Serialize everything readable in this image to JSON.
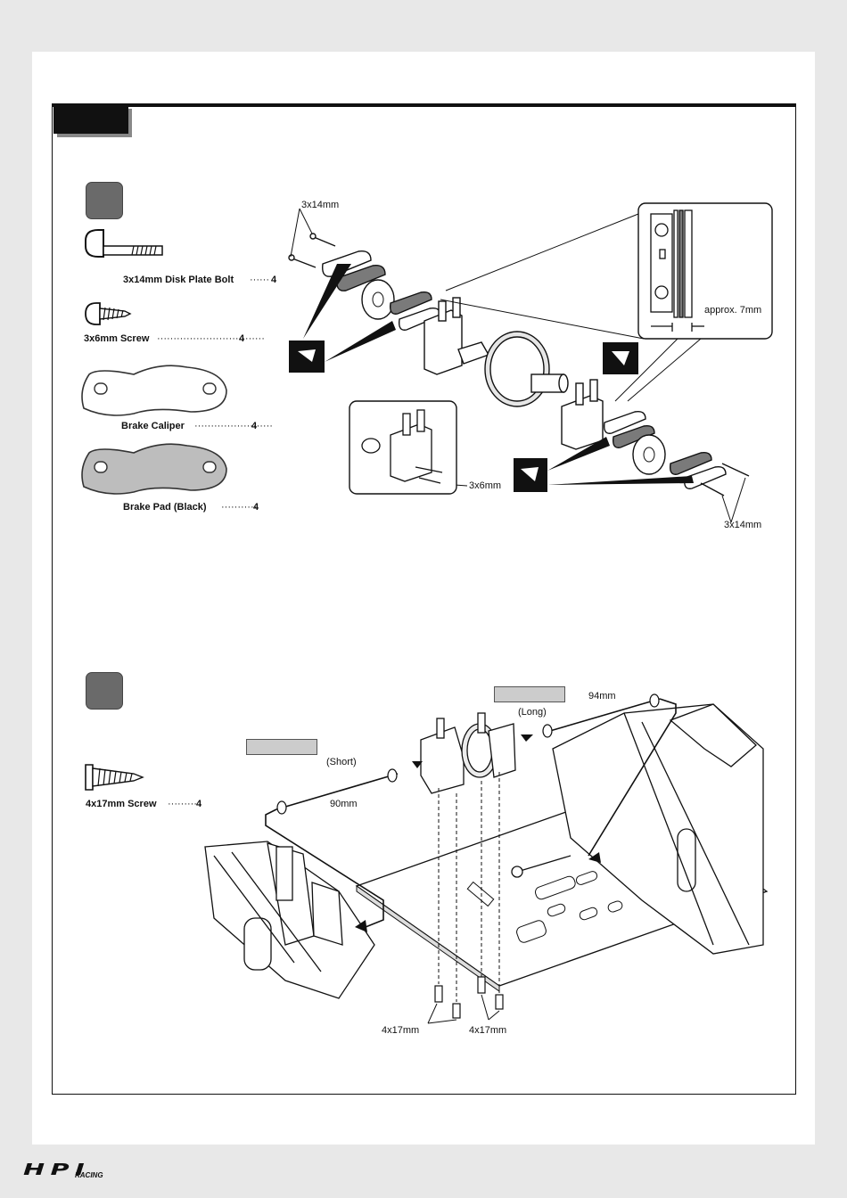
{
  "step1": {
    "parts": [
      {
        "name": "3x14mm Disk Plate Bolt",
        "qty": "4"
      },
      {
        "name": "3x6mm Screw",
        "qty": "4"
      },
      {
        "name": "Brake Caliper",
        "qty": "4"
      },
      {
        "name": "Brake Pad (Black)",
        "qty": "4"
      }
    ],
    "callouts": {
      "bolt_top": "3x14mm",
      "bolt_bottom": "3x14mm",
      "screw": "3x6mm",
      "gap": "approx. 7mm"
    }
  },
  "step2": {
    "parts": [
      {
        "name": "4x17mm  Screw",
        "qty": "4"
      }
    ],
    "callouts": {
      "long_length": "94mm",
      "long_label": "(Long)",
      "short_label": "(Short)",
      "short_length": "90mm",
      "screw_left": "4x17mm",
      "screw_right": "4x17mm"
    }
  },
  "logo": {
    "main": "HPI",
    "sub": "RACING"
  }
}
